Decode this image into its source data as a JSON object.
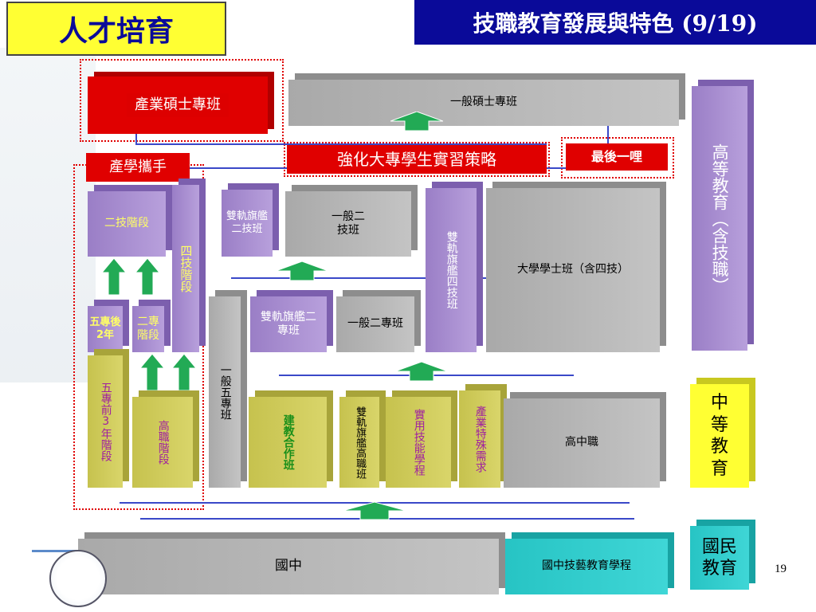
{
  "header": {
    "left_title": "人才培育",
    "right_title": "技職教育發展與特色 (9/19)"
  },
  "labels": {
    "industry_master": "產業碩士專班",
    "general_master": "一般碩士專班",
    "strengthen_internship": "強化大專學生實習策略",
    "last_mile": "最後一哩",
    "industry_academia": "產學攜手",
    "two_year_tech_stage": "二技階段",
    "four_year_tech_stage": "四技階段",
    "dual_track_2tech": "雙軌旗艦二技班",
    "general_2tech": "一般二技班",
    "dual_track_4tech": "雙軌旗艦四技班",
    "university_class": "大學學士班（含四技）",
    "five_junior_after2": "五專後2年",
    "two_junior_stage": "二專階段",
    "general_five_junior": "一般五專班",
    "dual_track_2junior": "雙軌旗艦二專班",
    "general_2junior": "一般二專班",
    "five_junior_before3": "五專前3年階段",
    "vocational_stage": "高職階段",
    "construction_coop": "建教合作班",
    "dual_track_vocational": "雙軌旗艦高職班",
    "practical_skills": "實用技能學程",
    "industry_special": "產業特殊需求",
    "senior_vocational": "高中職",
    "junior_high": "國中",
    "junior_high_arts": "國中技藝教育學程",
    "higher_edu": "高等教育（含技職）",
    "secondary_edu": "中等教育",
    "national_edu": "國民教育"
  },
  "footer": {
    "page_number": "19"
  },
  "colors": {
    "banner_left_bg": "#ffff33",
    "banner_right_bg": "#0a0a99",
    "red": "#e00000",
    "gray": "#b4b4b4",
    "purple": "#a58acf",
    "olive": "#cfcb5c",
    "teal": "#30cccc",
    "connector": "#3a48c8",
    "arrow": "#22aa55"
  }
}
